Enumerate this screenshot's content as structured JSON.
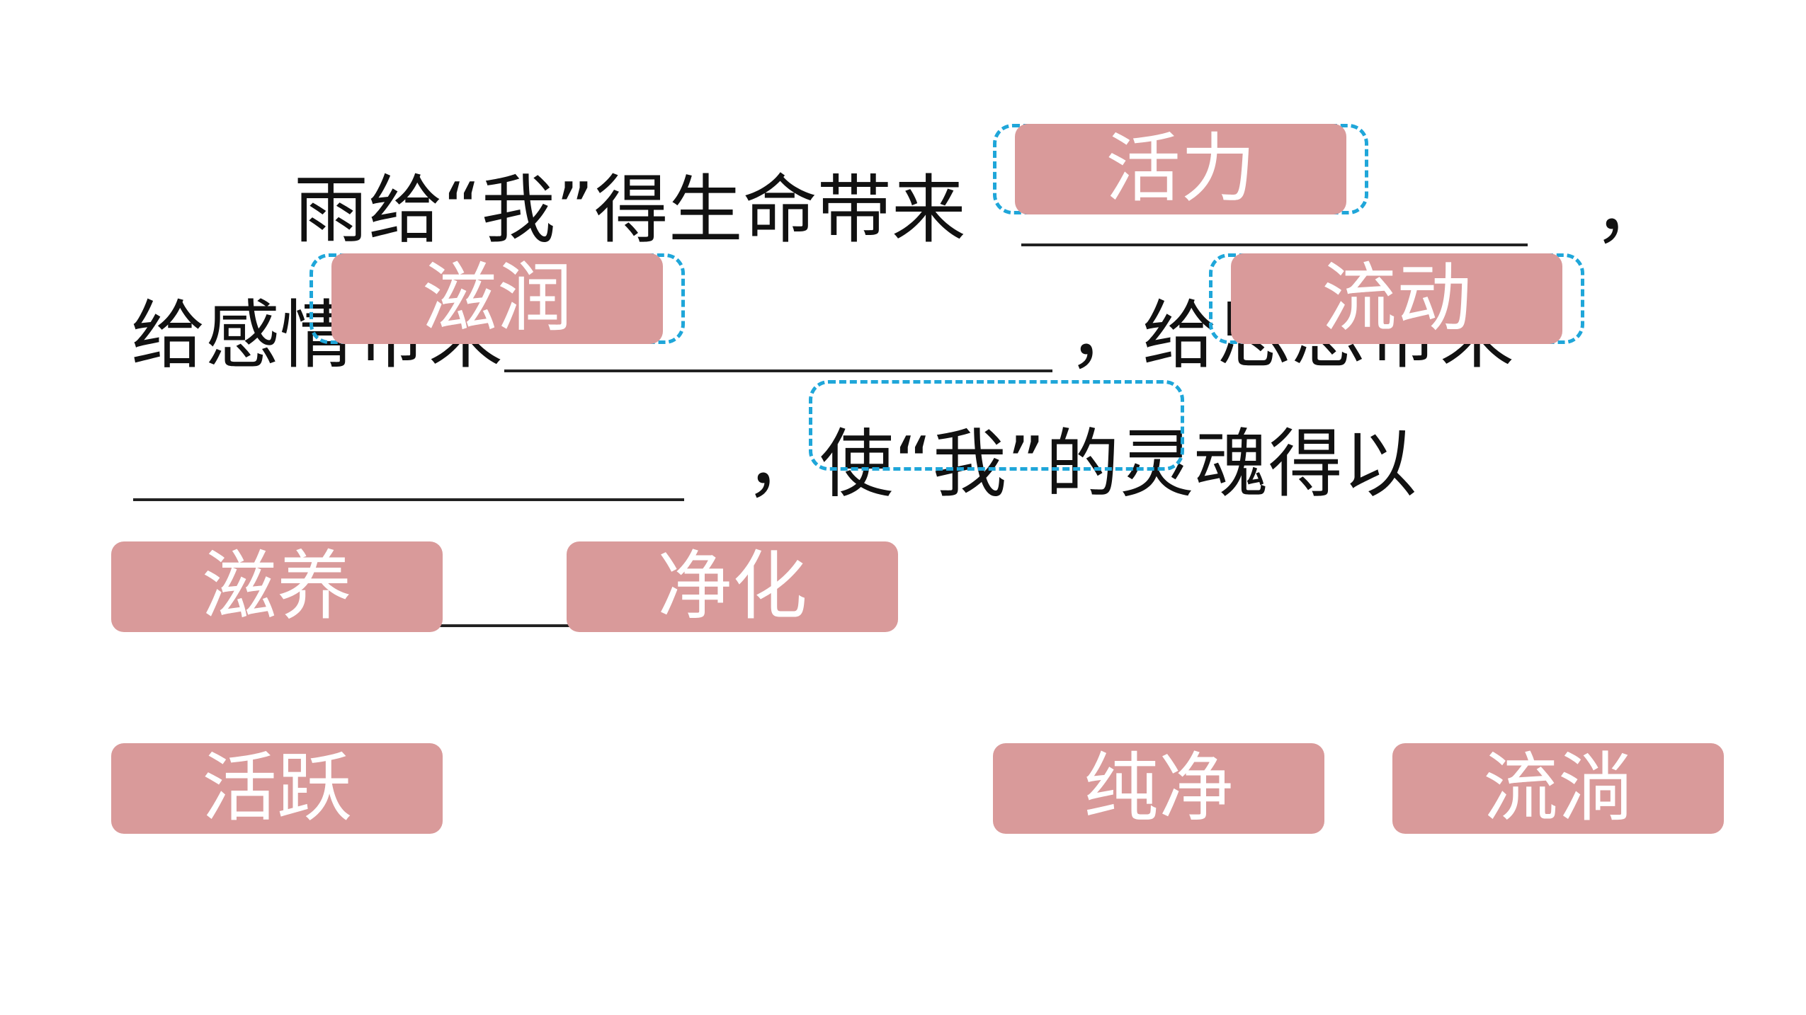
{
  "sentence": {
    "line1_text": "雨给“我”得生命带来",
    "line1_end": "，",
    "line2_text": "给感情带来",
    "line2_mid": "，给思想带来",
    "line3_text": "，使“我”的灵魂得以",
    "line4_end": "。"
  },
  "tiles": [
    "活力",
    "滋润",
    "流动",
    "滋养",
    "净化",
    "活跃",
    "纯净",
    "流淌"
  ],
  "colors": {
    "tile": "#d99a9a",
    "dash": "#1fa6d9",
    "text": "#111111"
  }
}
